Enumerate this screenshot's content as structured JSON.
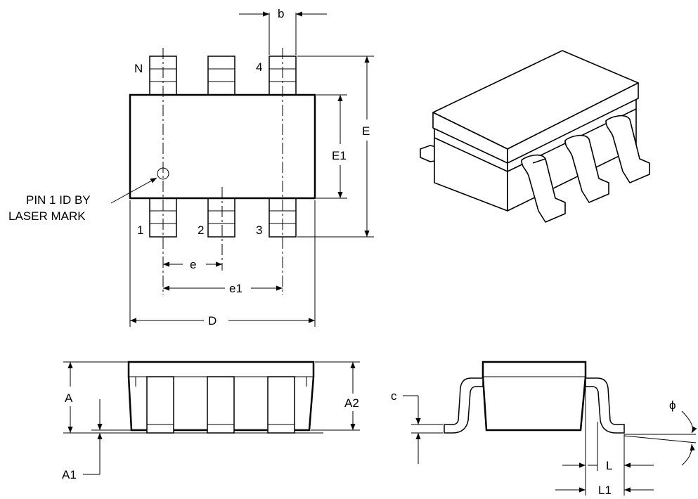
{
  "top_view": {
    "pin_labels": {
      "n": "N",
      "p4": "4",
      "p1": "1",
      "p2": "2",
      "p3": "3"
    },
    "pin1_id_line1": "PIN 1 ID BY",
    "pin1_id_line2": "LASER MARK",
    "dims": {
      "b": "b",
      "e": "e",
      "e1": "e1",
      "D": "D",
      "E": "E",
      "E1": "E1"
    }
  },
  "side_view": {
    "dims": {
      "A": "A",
      "A1": "A1",
      "A2": "A2"
    }
  },
  "end_view": {
    "dims": {
      "c": "c",
      "phi": "ϕ",
      "L": "L",
      "L1": "L1"
    }
  }
}
